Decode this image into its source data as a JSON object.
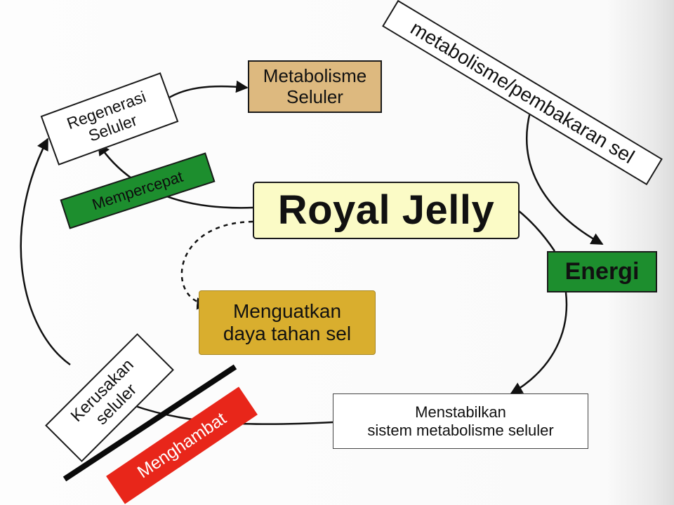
{
  "diagram": {
    "center": {
      "label": "Royal Jelly"
    },
    "nodes": {
      "metabolisme_seluler": "Metabolisme\nSeluler",
      "regenerasi_seluler": "Regenerasi\nSeluler",
      "pembakaran": "metabolisme/pembakaran sel",
      "energi": "Energi",
      "mempercepat": "Mempercepat",
      "menguatkan": "Menguatkan\ndaya tahan sel",
      "menstabilkan": "Menstabilkan\nsistem metabolisme seluler",
      "kerusakan": "Kerusakan\nseluler",
      "menghambat": "Menghambat"
    },
    "colors": {
      "center_fill": "#fbfbc6",
      "metabolisme_fill": "#ddb97f",
      "energi_fill": "#1d8e2e",
      "mempercepat_fill": "#1d8e2e",
      "menguatkan_fill": "#d9ae2e",
      "menghambat_fill": "#e8261a",
      "line": "#111111"
    }
  }
}
